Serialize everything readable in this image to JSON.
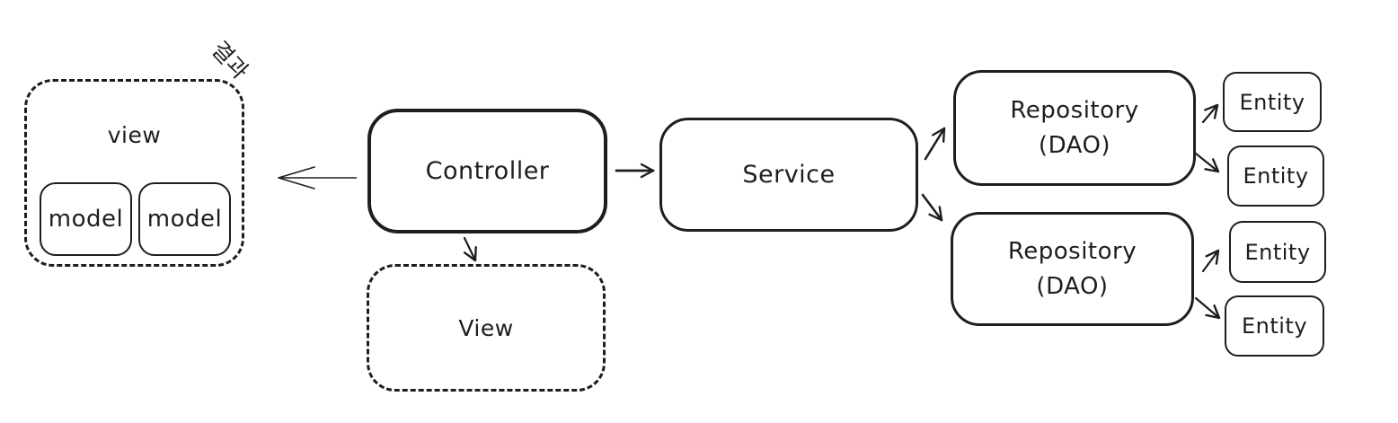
{
  "diagram": {
    "background_color": "#ffffff",
    "stroke_color": "#1e1e1e",
    "result_label": "결과",
    "client_view_group": {
      "label": "view",
      "models": [
        "model",
        "model"
      ]
    },
    "controller": {
      "label": "Controller"
    },
    "view": {
      "label": "View"
    },
    "service": {
      "label": "Service"
    },
    "repositories": [
      {
        "line1": "Repository",
        "line2": "(DAO)"
      },
      {
        "line1": "Repository",
        "line2": "(DAO)"
      }
    ],
    "entities": [
      "Entity",
      "Entity",
      "Entity",
      "Entity"
    ],
    "connections": [
      {
        "from": "controller",
        "to": "client-view-group",
        "style": "thin-open-arrow"
      },
      {
        "from": "controller",
        "to": "service",
        "style": "arrow"
      },
      {
        "from": "controller",
        "to": "view",
        "style": "arrow"
      },
      {
        "from": "service",
        "to": "repository-1",
        "style": "arrow"
      },
      {
        "from": "service",
        "to": "repository-2",
        "style": "arrow"
      },
      {
        "from": "repository-1",
        "to": "entity-1",
        "style": "arrow"
      },
      {
        "from": "repository-1",
        "to": "entity-2",
        "style": "arrow"
      },
      {
        "from": "repository-2",
        "to": "entity-3",
        "style": "arrow"
      },
      {
        "from": "repository-2",
        "to": "entity-4",
        "style": "arrow"
      }
    ]
  }
}
